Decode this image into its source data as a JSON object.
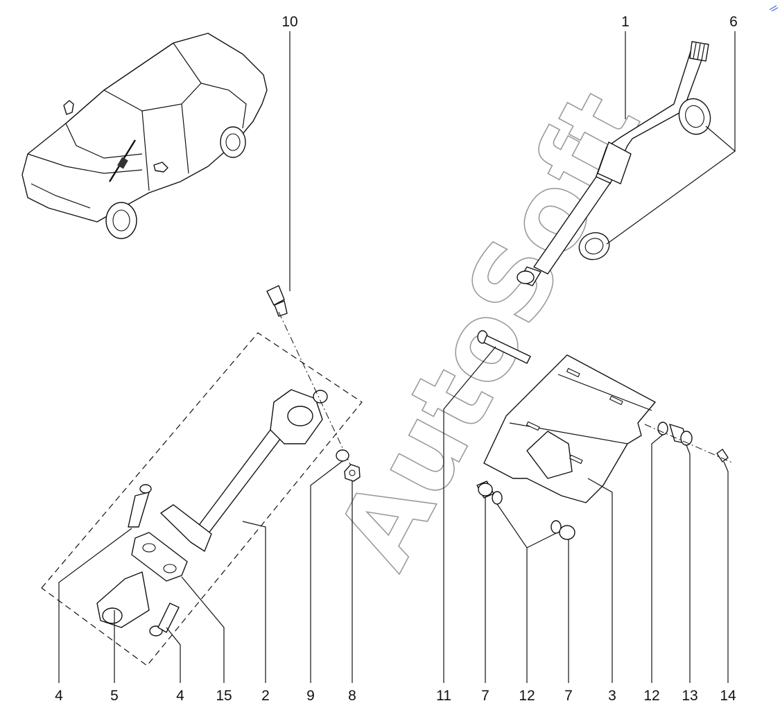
{
  "watermark": "AutoSoft",
  "callouts": [
    {
      "label": "10"
    },
    {
      "label": "1"
    },
    {
      "label": "6"
    },
    {
      "label": "4"
    },
    {
      "label": "5"
    },
    {
      "label": "4"
    },
    {
      "label": "15"
    },
    {
      "label": "2"
    },
    {
      "label": "9"
    },
    {
      "label": "8"
    },
    {
      "label": "11"
    },
    {
      "label": "7"
    },
    {
      "label": "12"
    },
    {
      "label": "7"
    },
    {
      "label": "3"
    },
    {
      "label": "12"
    },
    {
      "label": "13"
    },
    {
      "label": "14"
    }
  ]
}
